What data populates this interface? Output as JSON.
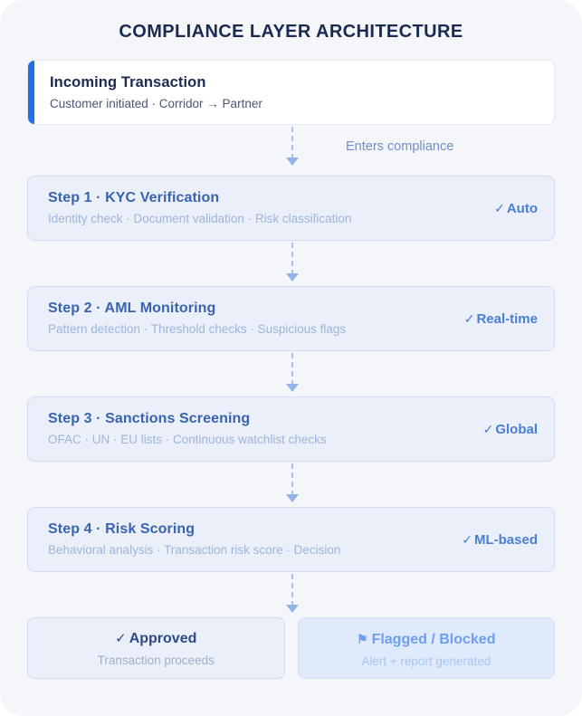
{
  "page": {
    "title": "COMPLIANCE LAYER ARCHITECTURE",
    "background": "#f5f6fa"
  },
  "intake": {
    "title": "Incoming Transaction",
    "subtitle": "Customer initiated · Corridor → Partner",
    "accent_color": "#1f6feb"
  },
  "connectors": {
    "intake_to_step1_label": "Enters compliance"
  },
  "steps": [
    {
      "title": "Step 1 · KYC Verification",
      "subtitle": "Identity check · Document validation · Risk classification",
      "badge_check": "✓",
      "badge": "Auto"
    },
    {
      "title": "Step 2 · AML Monitoring",
      "subtitle": "Pattern detection · Threshold checks · Suspicious flags",
      "badge_check": "✓",
      "badge": "Real-time"
    },
    {
      "title": "Step 3 · Sanctions Screening",
      "subtitle": "OFAC · UN · EU lists · Continuous watchlist checks",
      "badge_check": "✓",
      "badge": "Global"
    },
    {
      "title": "Step 4 · Risk Scoring",
      "subtitle": "Behavioral analysis · Transaction risk score · Decision",
      "badge_check": "✓",
      "badge": "ML-based"
    }
  ],
  "outcomes": [
    {
      "icon": "check-icon",
      "icon_glyph": "✓",
      "title": "Approved",
      "subtitle": "Transaction proceeds",
      "color": "#2c4a86"
    },
    {
      "icon": "flag-icon",
      "icon_glyph": "⚑",
      "title": "Flagged / Blocked",
      "subtitle": "Alert + report generated",
      "color": "#6f9ef0"
    }
  ],
  "colors": {
    "accent_blue": "#1f6feb",
    "step_title": "#3a63b0",
    "step_fill": "#eaeff9",
    "step_border": "#cfdcf3",
    "badge": "#4a7fd4",
    "connector": "#a9c3ec",
    "title_navy": "#1b2a50"
  }
}
